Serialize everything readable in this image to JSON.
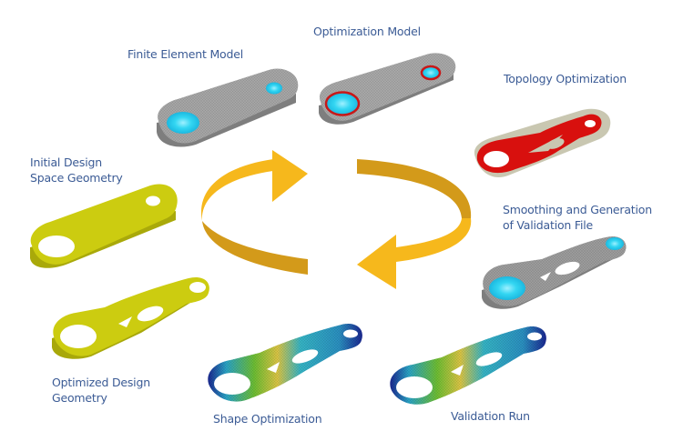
{
  "title": "Optimization workflow cycle",
  "colors": {
    "label_text": "#3b5b95",
    "arrow_front": "#f6b81c",
    "arrow_back": "#d39a1a",
    "gray_part": "#9e9e9e",
    "cyan_hole": "#3fd6f0",
    "red_topology": "#d8100e",
    "yellow_part": "#cccc10",
    "stress_blue": "#1f2f9a",
    "stress_cyan": "#2fb6c6",
    "stress_green": "#6fbf2f",
    "stress_yellow": "#d8c640"
  },
  "steps": [
    {
      "id": "initial",
      "lines": [
        "Initial Design",
        "Space Geometry"
      ],
      "icon": "yellow-plate-icon"
    },
    {
      "id": "fe-model",
      "lines": [
        "Finite Element Model"
      ],
      "icon": "meshed-plate-icon"
    },
    {
      "id": "opt-model",
      "lines": [
        "Optimization Model"
      ],
      "icon": "constrained-plate-icon"
    },
    {
      "id": "topology",
      "lines": [
        "Topology Optimization"
      ],
      "icon": "topology-result-icon"
    },
    {
      "id": "smoothing",
      "lines": [
        "Smoothing and Generation",
        "of Validation File"
      ],
      "icon": "smoothed-bracket-icon"
    },
    {
      "id": "validation",
      "lines": [
        "Validation Run"
      ],
      "icon": "validation-stress-icon"
    },
    {
      "id": "shape",
      "lines": [
        "Shape Optimization"
      ],
      "icon": "shape-stress-icon"
    },
    {
      "id": "optimized",
      "lines": [
        "Optimized Design",
        "Geometry"
      ],
      "icon": "optimized-bracket-icon"
    }
  ],
  "cycle": {
    "direction": "clockwise",
    "icon": "cycle-arrows-icon"
  }
}
